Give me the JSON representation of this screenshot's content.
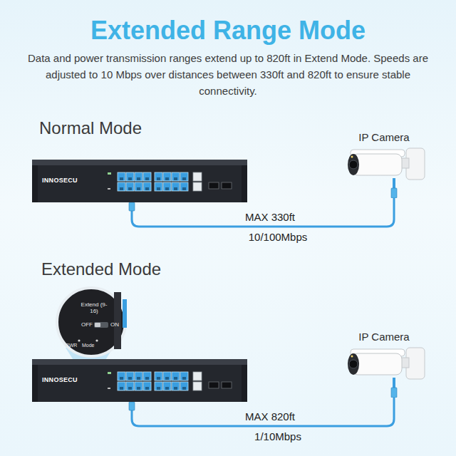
{
  "diagram": {
    "title": "Extended Range Mode",
    "nodes": [
      {
        "text": [
          "INNOSECU"
        ]
      },
      {
        "text": [
          "IP Camera"
        ]
      },
      {
        "text": [
          "INNOSECU"
        ]
      },
      {
        "text": [
          "IP Camera"
        ]
      }
    ],
    "edges": [
      {
        "from": 0,
        "to": 1,
        "arrow": "none",
        "label": "MAX 330ft"
      },
      {
        "from": 2,
        "to": 3,
        "arrow": "none",
        "label": "MAX 820ft"
      }
    ],
    "labels": [
      "Data and power transmission ranges extend up to 820ft in Extend Mode. Speeds are adjusted to 10 Mbps over distances between 330ft and 820ft to ensure stable connectivity.",
      "Normal Mode",
      "10/100Mbps",
      "Extended Mode",
      "Extend (9-16)",
      "OFF",
      "ON",
      "PWR",
      "Mode",
      "1/10Mbps"
    ]
  }
}
